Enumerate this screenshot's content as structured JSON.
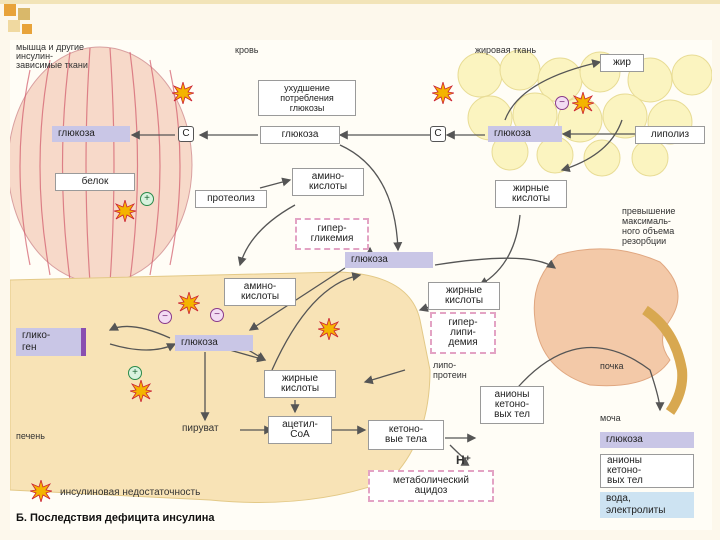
{
  "labels": {
    "muscle": "мышца и другие\nинсулин-\nзависимые ткани",
    "blood": "кровь",
    "adipose": "жировая ткань",
    "glucose_uptake": "ухудшение\nпотребления\nглюкозы",
    "fat": "жир",
    "glucose_muscle": "глюкоза",
    "glucose_blood": "глюкоза",
    "glucose_adipose": "глюкоза",
    "lipolysis": "липолиз",
    "c_left": "C",
    "c_right": "C",
    "protein": "белок",
    "amino_acids_blood": "амино-\nкислоты",
    "proteolysis": "протеолиз",
    "fatty_acids_adipose": "жирные\nкислоты",
    "hyperglycemia": "гипер-\nгликемия",
    "glucose_center": "глюкоза",
    "exceeding": "превышение\nмаксималь-\nного объема\nрезорбции",
    "amino_acids_liver": "амино-\nкислоты",
    "fatty_acids_liver_top": "жирные\nкислоты",
    "glycogen": "глико-\nген",
    "glucose_liver": "глюкоза",
    "hyperlipidemia": "гипер-\nлипи-\nдемия",
    "lipoprotein": "липо-\nпротеин",
    "kidney": "почка",
    "fatty_acids_liver": "жирные\nкислоты",
    "anions_ketone": "анионы\nкетоно-\nвых тел",
    "urine": "моча",
    "liver": "печень",
    "pyruvate": "пируват",
    "acetyl_coa": "ацетил-\nCoA",
    "ketone_bodies": "кетоно-\nвые тела",
    "h_ion": "H⁺",
    "urine_glucose": "глюкоза",
    "urine_anions": "анионы\nкетоно-\nвых тел",
    "urine_water": "вода,\nэлектролиты",
    "metabolic_acidosis": "метаболический\nацидоз",
    "insulin_deficiency": "инсулиновая недостаточность",
    "caption": "Б. Последствия дефицита инсулина"
  },
  "signs": {
    "plus": "+",
    "minus": "−"
  },
  "colors": {
    "tissue": "#f8e3b6",
    "muscle_stripe": "#d25a6a",
    "fat_cell": "#fbf4c0",
    "pink_border": "#e3a3c4",
    "blue_bar": "#c9c6e6",
    "starburst": "#f4b400",
    "arrow": "#555555",
    "deco_orange": "#e8a33a",
    "deco_tan": "#d9b86a"
  },
  "icons": [
    "starburst-icon",
    "plus-sign-icon",
    "minus-sign-icon"
  ]
}
